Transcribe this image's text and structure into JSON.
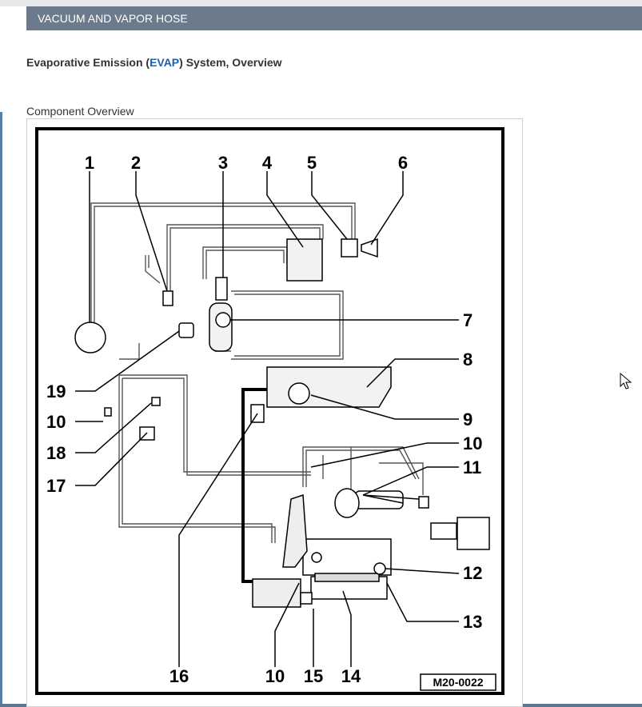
{
  "header": {
    "title": "VACUUM AND VAPOR HOSE"
  },
  "page": {
    "title_pre": "Evaporative Emission (",
    "title_abbr": "EVAP",
    "title_post": ") System, Overview",
    "caption": "Component Overview"
  },
  "figure": {
    "label": "M20-0022",
    "callouts": [
      "1",
      "2",
      "3",
      "4",
      "5",
      "6",
      "7",
      "8",
      "9",
      "10",
      "11",
      "12",
      "13",
      "14",
      "15",
      "16",
      "10",
      "17",
      "18",
      "19",
      "10"
    ]
  },
  "colors": {
    "header_bg": "#6b7b8c",
    "link": "#1f5fa8"
  },
  "icons": [
    "mouse-pointer-icon"
  ]
}
